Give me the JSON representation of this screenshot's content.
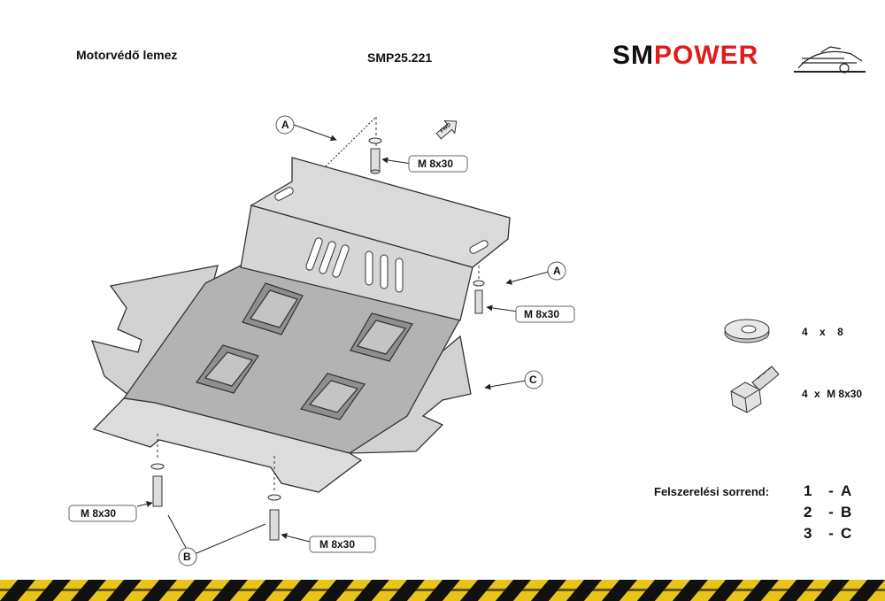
{
  "header": {
    "title": "Motorvédő lemez",
    "code": "SMP25.221",
    "brand_part1": "SM",
    "brand_part2": "POWER"
  },
  "callouts": {
    "A": "A",
    "B": "B",
    "C": "C",
    "arrow_text": "FWD"
  },
  "bolt_labels": [
    "M 8x30",
    "M 8x30",
    "M 8x30",
    "M 8x30"
  ],
  "parts_list": [
    {
      "qty": "4",
      "x": "x",
      "spec": "8"
    },
    {
      "qty": "4",
      "x": "x",
      "spec": "M 8x30"
    }
  ],
  "sequence": {
    "label": "Felszerelési sorrend:",
    "steps": [
      {
        "num": "1",
        "dash": "-",
        "letter": "A"
      },
      {
        "num": "2",
        "dash": "-",
        "letter": "B"
      },
      {
        "num": "3",
        "dash": "-",
        "letter": "C"
      }
    ]
  },
  "colors": {
    "plate": "#d0d0d0",
    "plate_dark": "#a8a8a8",
    "outline": "#333333",
    "brand_red": "#e01b1b",
    "stripe_yellow": "#e8c419",
    "stripe_black": "#111111"
  }
}
